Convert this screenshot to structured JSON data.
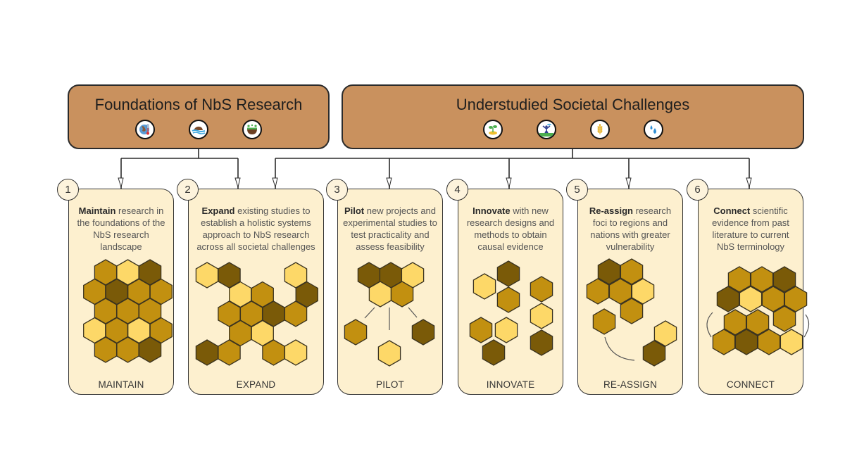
{
  "colors": {
    "header_fill": "#c9915e",
    "card_fill": "#fdf0cf",
    "hex_light": "#fdd868",
    "hex_mid": "#c29010",
    "hex_dark": "#7a5a08"
  },
  "headers": [
    {
      "title": "Foundations of NbS Research",
      "icons": [
        "climate-thermometer-globe-icon",
        "flood-erosion-icon",
        "soil-health-icon"
      ]
    },
    {
      "title": "Understudied Societal Challenges",
      "icons": [
        "economic-development-icon",
        "human-health-icon",
        "food-security-icon",
        "water-security-icon"
      ]
    }
  ],
  "cards": [
    {
      "number": "1",
      "verb": "Maintain",
      "text": " research in the foundations of the NbS research landscape",
      "label": "MAINTAIN"
    },
    {
      "number": "2",
      "verb": "Expand",
      "text": " existing studies to establish a holistic systems approach to NbS research across all societal challenges",
      "label": "EXPAND"
    },
    {
      "number": "3",
      "verb": "Pilot",
      "text": " new projects and experimental studies to test practicality and assess feasibility",
      "label": "PILOT"
    },
    {
      "number": "4",
      "verb": "Innovate",
      "text": " with new research designs and methods to obtain causal evidence",
      "label": "INNOVATE"
    },
    {
      "number": "5",
      "verb": "Re-assign",
      "text": " research foci to regions and nations with greater vulnerability",
      "label": "RE-ASSIGN"
    },
    {
      "number": "6",
      "verb": "Connect",
      "text": " scientific evidence from past literature to current NbS terminology",
      "label": "CONNECT"
    }
  ]
}
